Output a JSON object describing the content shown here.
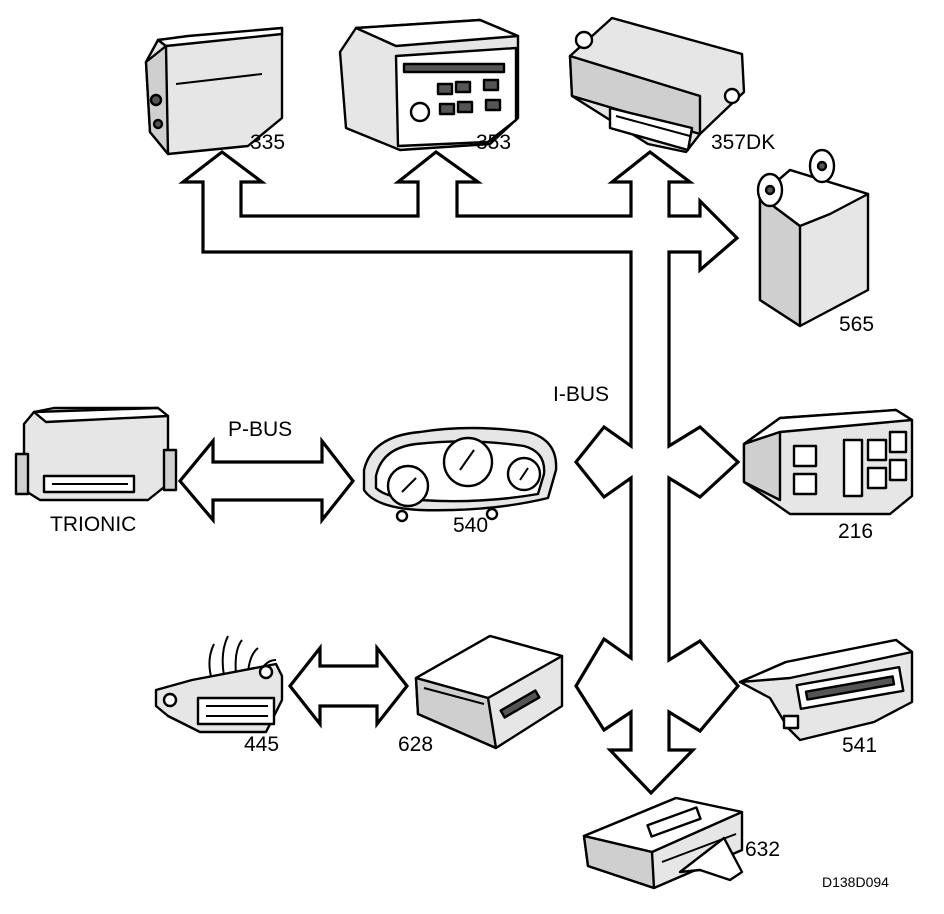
{
  "buses": {
    "p_bus": "P-BUS",
    "i_bus": "I-BUS"
  },
  "modules": {
    "m335": "335",
    "m353": "353",
    "m357dk": "357DK",
    "m565": "565",
    "trionic": "TRIONIC",
    "m540": "540",
    "m216": "216",
    "m445": "445",
    "m628": "628",
    "m541": "541",
    "m632": "632"
  },
  "figure_code": "D138D094"
}
